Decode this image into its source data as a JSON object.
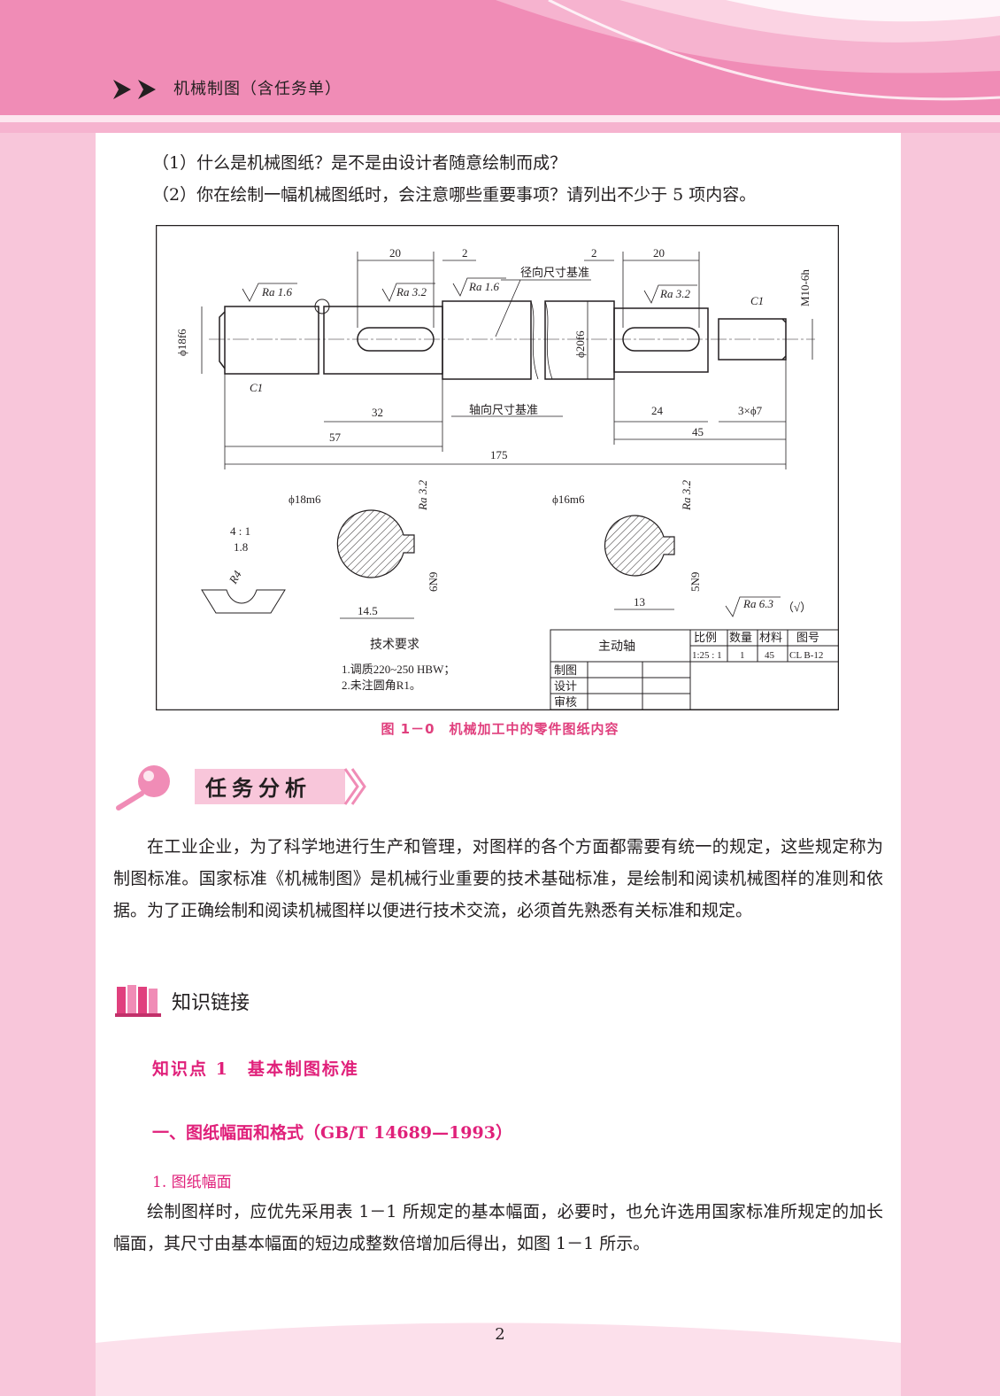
{
  "header": {
    "book_title": "机械制图（含任务单）"
  },
  "questions": [
    "（1）什么是机械图纸？是不是由设计者随意绘制而成？",
    "（2）你在绘制一幅机械图纸时，会注意哪些重要事项？请列出不少于 5 项内容。"
  ],
  "drawing": {
    "dims": {
      "d20_left": "20",
      "d2_left": "2",
      "d2_right": "2",
      "d20_right": "20",
      "ra16_left": "Ra 1.6",
      "ra32_left": "Ra 3.2",
      "ra16_mid": "Ra 1.6",
      "ra32_right": "Ra 3.2",
      "radial_datum": "径向尺寸基准",
      "axial_datum": "轴向尺寸基准",
      "c1_right": "C1",
      "c1_left": "C1",
      "m10": "M10-6h",
      "phi18f6": "ϕ18f6",
      "phi20f6": "ϕ20f6",
      "d32": "32",
      "d24": "24",
      "d3phi7": "3×ϕ7",
      "d57": "57",
      "d45": "45",
      "d175": "175",
      "phi18m6": "ϕ18m6",
      "phi16m6": "ϕ16m6",
      "sec_ra_left": "Ra 3.2",
      "sec_ra_right": "Ra 3.2",
      "scale41": "4 : 1",
      "d18": "1.8",
      "r4": "R4",
      "n6n9": "6N9",
      "n5n9": "5N9",
      "d145": "14.5",
      "d13": "13",
      "ra63": "Ra 6.3",
      "ra63_paren": "（√）"
    },
    "tech": {
      "title": "技术要求",
      "item1": "1.调质220~250 HBW；",
      "item2": "2.未注圆角R1。"
    },
    "title_block": {
      "part_name": "主动轴",
      "col_scale": "比例",
      "col_qty": "数量",
      "col_mat": "材料",
      "col_no": "图号",
      "val_scale": "1:25 : 1",
      "val_qty": "1",
      "val_mat": "45",
      "val_no": "CL B-12",
      "row_draw": "制图",
      "row_design": "设计",
      "row_check": "审核"
    }
  },
  "figure_caption": "图 1－0　机械加工中的零件图纸内容",
  "section_task": "任务分析",
  "task_paragraph": "在工业企业，为了科学地进行生产和管理，对图样的各个方面都需要有统一的规定，这些规定称为制图标准。国家标准《机械制图》是机械行业重要的技术基础标准，是绘制和阅读机械图样的准则和依据。为了正确绘制和阅读机械图样以便进行技术交流，必须首先熟悉有关标准和规定。",
  "section_knowledge": "知识链接",
  "knowledge_point": "知识点 1　基本制图标准",
  "heading_1": "一、图纸幅面和格式（GB/T 14689—1993）",
  "heading_1_1": "1. 图纸幅面",
  "body_paragraph": "绘制图样时，应优先采用表 1－1 所规定的基本幅面，必要时，也允许选用国家标准所规定的加长幅面，其尺寸由基本幅面的短边成整数倍增加后得出，如图 1－1 所示。",
  "page_number": "2",
  "colors": {
    "accent": "#e0207a",
    "header_pink": "#f08cb6",
    "side_pink": "#f8c6da"
  }
}
